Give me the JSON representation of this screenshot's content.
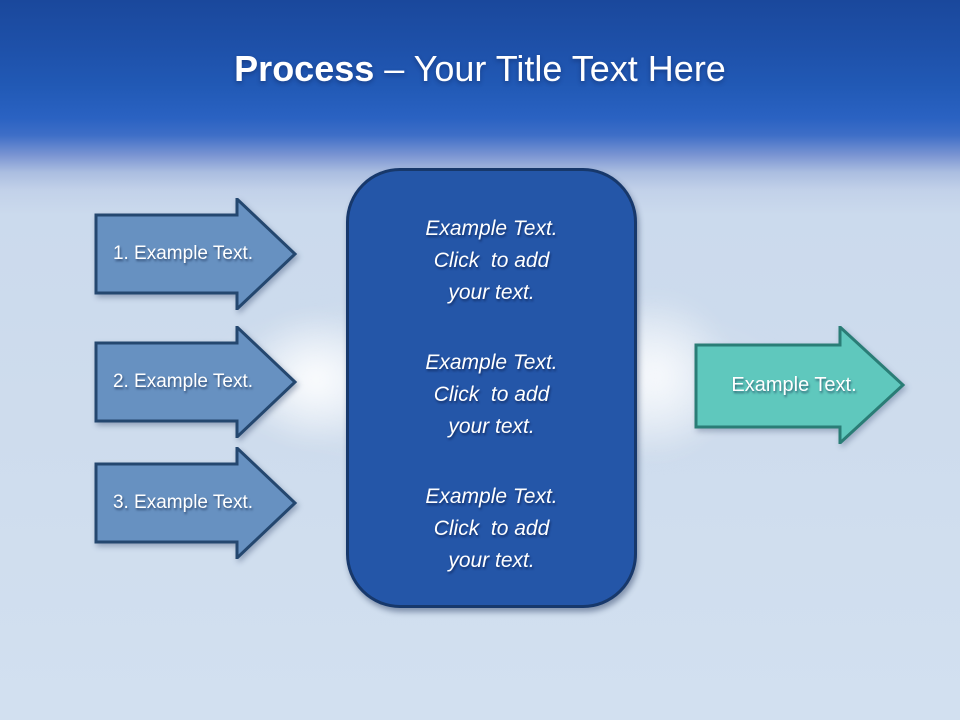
{
  "title": {
    "highlight": "Process",
    "rest": " – Your Title Text Here"
  },
  "left_arrows": [
    {
      "label": "1. Example Text."
    },
    {
      "label": "2. Example Text."
    },
    {
      "label": "3. Example Text."
    }
  ],
  "center_panel": {
    "blocks": [
      {
        "lines": [
          "Example Text.",
          "Click  to add",
          "your text."
        ]
      },
      {
        "lines": [
          "Example Text.",
          "Click  to add",
          "your text."
        ]
      },
      {
        "lines": [
          "Example Text.",
          "Click  to add",
          "your text."
        ]
      }
    ]
  },
  "right_arrow": {
    "label": "Example Text."
  },
  "colors": {
    "header_blue_top": "#1a489c",
    "header_blue_mid": "#2a62c2",
    "sky_light": "#cedced",
    "process_arrow_fill": "#6791c1",
    "process_arrow_border": "#24476f",
    "panel_fill": "#2456a8",
    "panel_border": "#17386b",
    "teal_arrow_fill": "#5fc8bd",
    "teal_arrow_border": "#2a7d76",
    "text_white": "#ffffff"
  }
}
